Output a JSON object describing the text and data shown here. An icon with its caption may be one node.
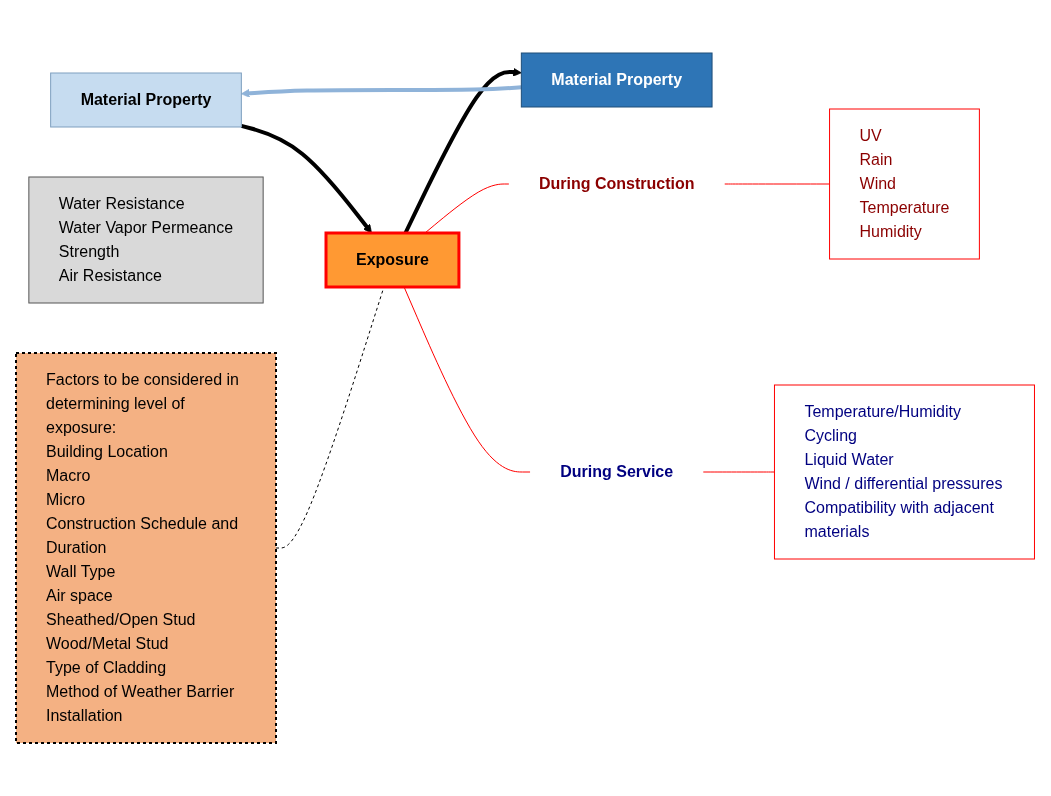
{
  "diagram": {
    "nodes": [
      {
        "text": [
          "Material Property"
        ]
      },
      {
        "text": [
          "Water Resistance",
          "Water Vapor Permeance",
          "Strength",
          "Air Resistance"
        ]
      },
      {
        "text": [
          "Exposure"
        ]
      },
      {
        "text": [
          "Material Property"
        ]
      },
      {
        "text": [
          "During Construction"
        ]
      },
      {
        "text": [
          "UV",
          "Rain",
          "Wind",
          "Temperature",
          "Humidity"
        ]
      },
      {
        "text": [
          "Factors to be considered in determining level of exposure:",
          "Building Location",
          "Macro",
          "Micro",
          "Construction Schedule and Duration",
          "Wall Type",
          "Air space",
          "Sheathed/Open Stud",
          "Wood/Metal Stud",
          "Type of Cladding",
          "Method of Weather Barrier Installation"
        ]
      },
      {
        "text": [
          "During Service"
        ]
      },
      {
        "text": [
          "Temperature/Humidity Cycling",
          "Liquid Water",
          "Wind / differential pressures",
          "Compatibility with adjacent materials"
        ]
      }
    ],
    "edges": [
      {
        "from": 0,
        "to": 2,
        "arrow": "to",
        "style": "thick",
        "color": "#000000"
      },
      {
        "from": 2,
        "to": 3,
        "arrow": "to",
        "style": "thick",
        "color": "#000000"
      },
      {
        "from": 3,
        "to": 0,
        "arrow": "to",
        "style": "thick",
        "color": "#8fb3d9"
      },
      {
        "from": 2,
        "to": 4,
        "arrow": "none",
        "color": "#ff0000"
      },
      {
        "from": 4,
        "to": 5,
        "arrow": "none",
        "color": "#ff0000"
      },
      {
        "from": 2,
        "to": 7,
        "arrow": "none",
        "color": "#ff0000"
      },
      {
        "from": 7,
        "to": 8,
        "arrow": "none",
        "color": "#ff0000"
      },
      {
        "from": 6,
        "to": 2,
        "arrow": "none",
        "style": "dashed",
        "color": "#000000"
      }
    ]
  }
}
